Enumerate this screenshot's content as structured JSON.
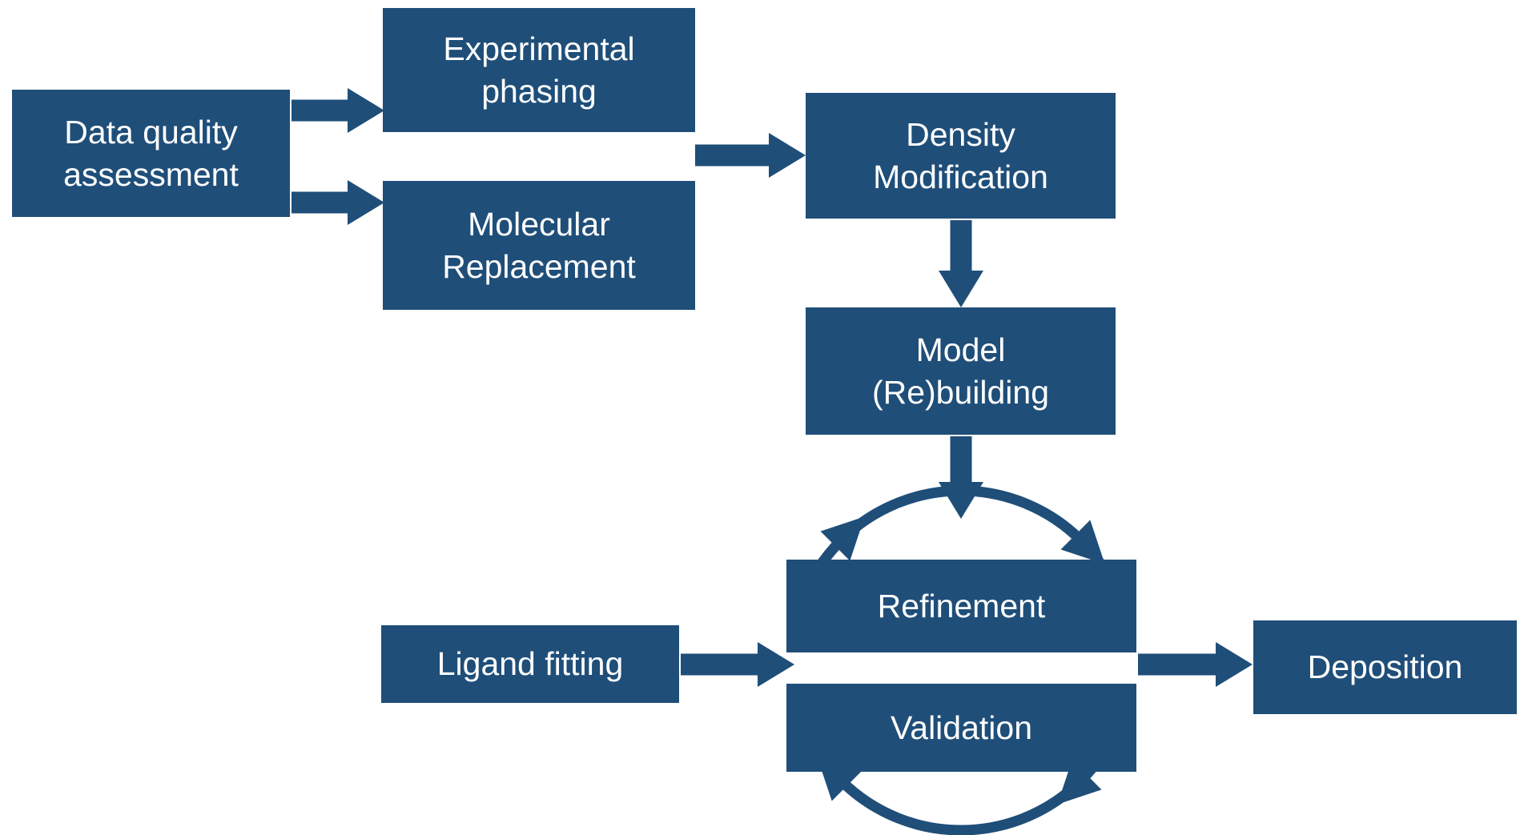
{
  "diagram": {
    "colors": {
      "box": "#1F4E79",
      "arrow": "#1F4E79",
      "text": "#FFFFFF",
      "background": "#FFFFFF"
    },
    "nodes": {
      "data_quality": {
        "label": "Data quality\nassessment"
      },
      "experimental_phasing": {
        "label": "Experimental\nphasing"
      },
      "molecular_replacement": {
        "label": "Molecular\nReplacement"
      },
      "density_modification": {
        "label": "Density\nModification"
      },
      "model_rebuilding": {
        "label": "Model\n(Re)building"
      },
      "refinement": {
        "label": "Refinement"
      },
      "validation": {
        "label": "Validation"
      },
      "ligand_fitting": {
        "label": "Ligand fitting"
      },
      "deposition": {
        "label": "Deposition"
      }
    },
    "edges": [
      {
        "from": "data_quality",
        "to": "experimental_phasing"
      },
      {
        "from": "data_quality",
        "to": "molecular_replacement"
      },
      {
        "from": "experimental_phasing",
        "to": "density_modification"
      },
      {
        "from": "density_modification",
        "to": "model_rebuilding"
      },
      {
        "from": "model_rebuilding",
        "to": "refinement_validation_cycle"
      },
      {
        "from": "ligand_fitting",
        "to": "refinement_validation_cycle"
      },
      {
        "from": "refinement_validation_cycle",
        "to": "deposition"
      },
      {
        "from": "refinement",
        "to": "validation",
        "type": "cycle"
      }
    ]
  }
}
